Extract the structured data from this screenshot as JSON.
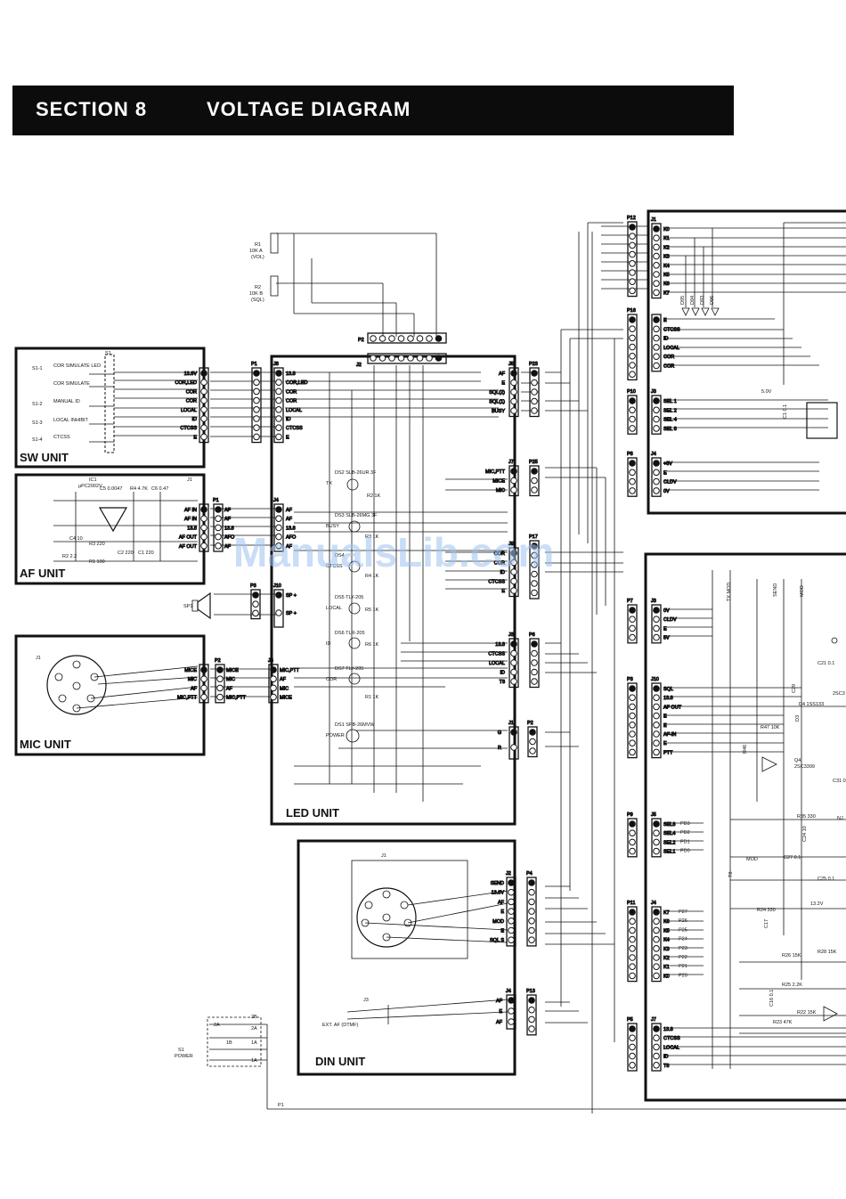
{
  "header": {
    "section": "SECTION 8",
    "title": "VOLTAGE DIAGRAM"
  },
  "watermark": "ManualsLib.com",
  "units": {
    "sw": "SW UNIT",
    "af": "AF UNIT",
    "mic": "MIC UNIT",
    "led": "LED UNIT",
    "din": "DIN UNIT"
  },
  "sw_unit": {
    "switch": "S1",
    "items": [
      {
        "id": "S1-1",
        "label": "COR SIMULATE LED"
      },
      {
        "id": "",
        "label": "COR SIMULATE"
      },
      {
        "id": "S1-2",
        "label": "MANUAL ID"
      },
      {
        "id": "S1-3",
        "label": "LOCAL INHIBIT"
      },
      {
        "id": "S1-4",
        "label": "CTCSS"
      }
    ],
    "pins": [
      "13.8V",
      "COR,LED",
      "COR",
      "COR",
      "LOCAL",
      "ID",
      "CTCSS",
      "E"
    ]
  },
  "af_unit": {
    "ic": "IC1",
    "ic_part": "µPC2002V",
    "parts": [
      "C5 0.0047",
      "R4 4.7K",
      "C6 0.47",
      "C4 10",
      "C2 220",
      "C1 220",
      "R2 2.2",
      "R3 220",
      "R1 100"
    ],
    "pins": [
      "AF IN",
      "AF IN",
      "13.8",
      "AF OUT",
      "AF OUT"
    ],
    "connector": "J1"
  },
  "mic_unit": {
    "jack": "J1",
    "pins": [
      "MICE",
      "MIC",
      "AF",
      "MIC,PTT"
    ]
  },
  "pots": [
    {
      "id": "R1",
      "value": "10K A",
      "note": "(VOL)"
    },
    {
      "id": "R2",
      "value": "10K B",
      "note": "(SQL)"
    }
  ],
  "speaker": "SP1",
  "connectors": {
    "p1": "P1",
    "p1b": "P1",
    "p2": "P2",
    "p2b": "P2",
    "p3": "P3",
    "j8": "J8",
    "j2": "J2",
    "j5": "J5",
    "p23": "P23",
    "j7": "J7",
    "p25": "P25",
    "j9": "J9",
    "p17": "P17",
    "j4": "J4",
    "j10": "J10",
    "j6": "J6",
    "j3": "J3",
    "p6": "P6",
    "j1": "J1",
    "p2c": "P2",
    "p4": "P4",
    "p13": "P13",
    "p12": "P12",
    "p16": "P16",
    "p10": "P10",
    "p8": "P8",
    "p7": "P7",
    "p3b": "P3",
    "p9": "P9",
    "p11": "P11",
    "p5": "P5"
  },
  "led_unit": {
    "j8_pins": [
      "13.8",
      "COR,LED",
      "COR",
      "COR",
      "LOCAL",
      "ID",
      "CTCSS",
      "E"
    ],
    "j5_pins": [
      "AF",
      "E",
      "SQL(2)",
      "SQL(1)",
      "BUSY"
    ],
    "j7_pins": [
      "MIC,PTT",
      "MICE",
      "MIC"
    ],
    "j9_pins": [
      "COR",
      "COR",
      "ID",
      "CTCSS",
      "E"
    ],
    "j4_pins": [
      "AF",
      "AF",
      "13.8",
      "AFO",
      "AF"
    ],
    "j10_pins": [
      "SP +",
      "SP +"
    ],
    "j6_pins": [
      "MIC,PTT",
      "AF",
      "MIC",
      "MICE"
    ],
    "j3_pins": [
      "13.8",
      "CTCSS",
      "LOCAL",
      "ID",
      "T8"
    ],
    "j1_pins": [
      "G",
      "R"
    ],
    "leds": [
      {
        "id": "DS2",
        "part": "SLB-26UR 3F",
        "label": "TX"
      },
      {
        "id": "DS3",
        "part": "SLB-26MG 3F",
        "label": "BUSY"
      },
      {
        "id": "DS4",
        "part": "",
        "label": "CTCSS"
      },
      {
        "id": "DS5",
        "part": "TLY-205",
        "label": "LOCAL"
      },
      {
        "id": "DS6",
        "part": "TLR-205",
        "label": "ID"
      },
      {
        "id": "DS7",
        "part": "TLY-205",
        "label": "COR"
      },
      {
        "id": "DS1",
        "part": "SPB-26MVW",
        "label": "POWER"
      }
    ],
    "resistors": [
      "R2 1K",
      "R3 1K",
      "R4 1K",
      "R5 1K",
      "R6 1K",
      "R1 1K"
    ]
  },
  "din_unit": {
    "jack": "J1",
    "jack2": "J3",
    "ext": "EXT. AF (DTMF)",
    "j2_pins": [
      "SEND",
      "13.8V",
      "AF",
      "E",
      "MOD",
      "E",
      "SQL S"
    ],
    "j4_pins": [
      "AF",
      "E",
      "AF"
    ]
  },
  "power": {
    "switch": "S1",
    "label": "POWER",
    "contacts": [
      "2A",
      "2B",
      "2A",
      "1B",
      "1A",
      "1A"
    ]
  },
  "right_top": {
    "j1_pins": [
      "K0",
      "K1",
      "K2",
      "K3",
      "K4",
      "K5",
      "K6",
      "K7"
    ],
    "j2_pins": [
      "E",
      "CTCSS",
      "ID",
      "LOCAL",
      "COR",
      "COR"
    ],
    "j3_pins": [
      "SEL 1",
      "SEL 2",
      "SEL 4",
      "SEL 8"
    ],
    "j4_pins": [
      "+5V",
      "E",
      "CLDV",
      "0V"
    ],
    "diodes": [
      "D95",
      "D94",
      "D93",
      "D96"
    ],
    "parts": [
      "5.0V",
      "C1 0.1"
    ]
  },
  "right_bottom": {
    "j3_pins": [
      "0V",
      "CLDV",
      "E",
      "5V"
    ],
    "j10_pins": [
      "SQL",
      "13.8",
      "AF OUT",
      "E",
      "E",
      "AF-IN",
      "E",
      "PTT"
    ],
    "j5_pins": [
      "SEL8",
      "SEL4",
      "SEL2",
      "SEL1"
    ],
    "j5_codes": [
      "PD3",
      "PD2",
      "PD1",
      "PD0"
    ],
    "j4_pins": [
      "K7",
      "K6",
      "K5",
      "K4",
      "K3",
      "K2",
      "K1",
      "K0"
    ],
    "j4_codes": [
      "P27",
      "P26",
      "P25",
      "P24",
      "P23",
      "P22",
      "P21",
      "P20"
    ],
    "j7_pins": [
      "13.8",
      "CTCSS",
      "LOCAL",
      "ID",
      "T8"
    ],
    "parts": [
      "TX MOD",
      "SEND",
      "MOD",
      "C21 0.1",
      "C29",
      "D4 1SS133",
      "D3",
      "R47 10K",
      "R46",
      "Q4",
      "2SC3399",
      "R35 330",
      "C31 0.1",
      "C24 10",
      "C27 0.1",
      "MOD",
      "T8",
      "C25 0.1",
      "R24 330",
      "13.2V",
      "C17",
      "R26 15K",
      "R28 15K",
      "R25 2.2K",
      "C16 0.1",
      "R22 15K",
      "R23 47K",
      "2SC3",
      "NJ"
    ]
  },
  "misc": {
    "p1_bottom": "P1"
  }
}
